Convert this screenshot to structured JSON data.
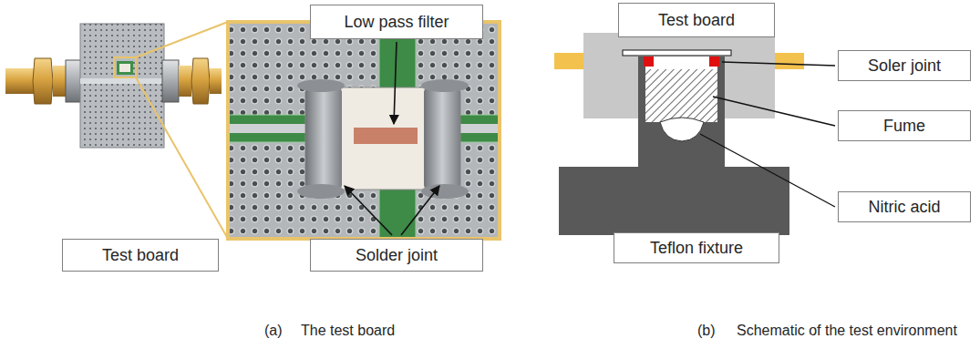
{
  "diagram": {
    "nodes": [
      {
        "text": [
          "Low pass filter"
        ]
      },
      {
        "text": [
          "Test board"
        ]
      },
      {
        "text": [
          "Solder joint"
        ]
      },
      {
        "text": [
          "Test board"
        ]
      },
      {
        "text": [
          "Soler joint"
        ]
      },
      {
        "text": [
          "Fume"
        ]
      },
      {
        "text": [
          "Nitric acid"
        ]
      },
      {
        "text": [
          "Teflon fixture"
        ]
      }
    ],
    "labels": [
      "(a)",
      "The test board",
      "(b)",
      "Schematic of the test environment"
    ]
  }
}
